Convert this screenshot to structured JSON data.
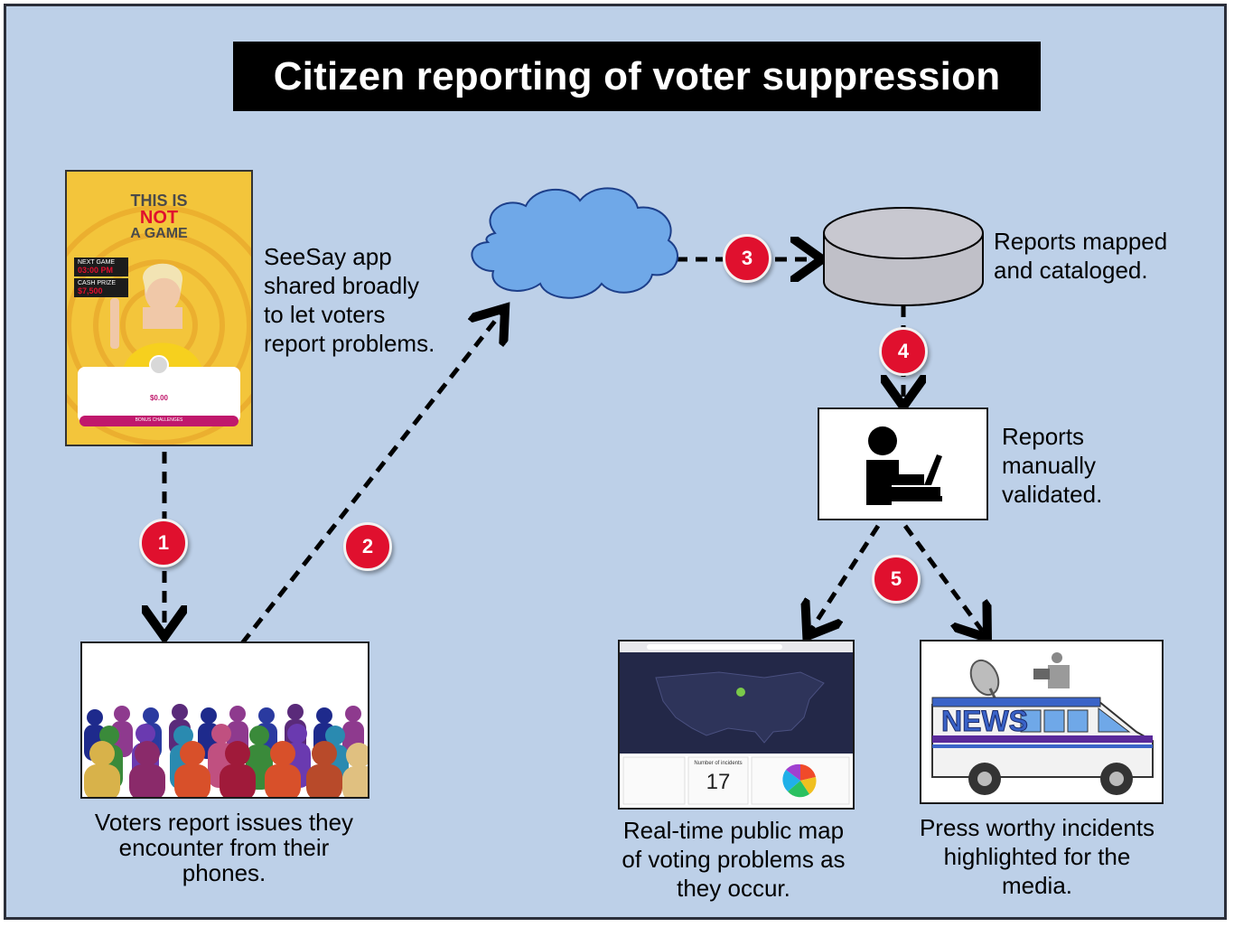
{
  "title": "Citizen reporting of voter suppression",
  "steps": [
    "1",
    "2",
    "3",
    "4",
    "5"
  ],
  "labels": {
    "app": "SeeSay app shared broadly to let voters report problems.",
    "voters": "Voters report issues they encounter from their phones.",
    "mapped": "Reports mapped and cataloged.",
    "validated": "Reports manually validated.",
    "map": "Real-time public map of voting problems as they occur.",
    "press": "Press worthy incidents highlighted for the media."
  },
  "phone": {
    "headline_1": "THIS IS",
    "headline_2": "NOT",
    "headline_3": "A GAME",
    "next_game_label": "NEXT GAME",
    "next_game_value": "03:00 PM",
    "cash_prize_label": "CASH PRIZE",
    "cash_prize_value": "$7,500",
    "balance_value": "$0.00",
    "button_label": "BONUS CHALLENGES"
  },
  "map_shot": {
    "incidents_label": "Number of incidents",
    "incidents_value": "17"
  },
  "news_van": {
    "sign": "NEWS"
  },
  "colors": {
    "background": "#bdd0e8",
    "badge": "#e0102e",
    "cloud": "#6fa8e8",
    "database": "#c0c0c8",
    "title_bg": "#000000"
  },
  "icons": {
    "cloud": "cloud-icon",
    "database": "database-icon",
    "worker": "person-at-laptop-icon"
  }
}
